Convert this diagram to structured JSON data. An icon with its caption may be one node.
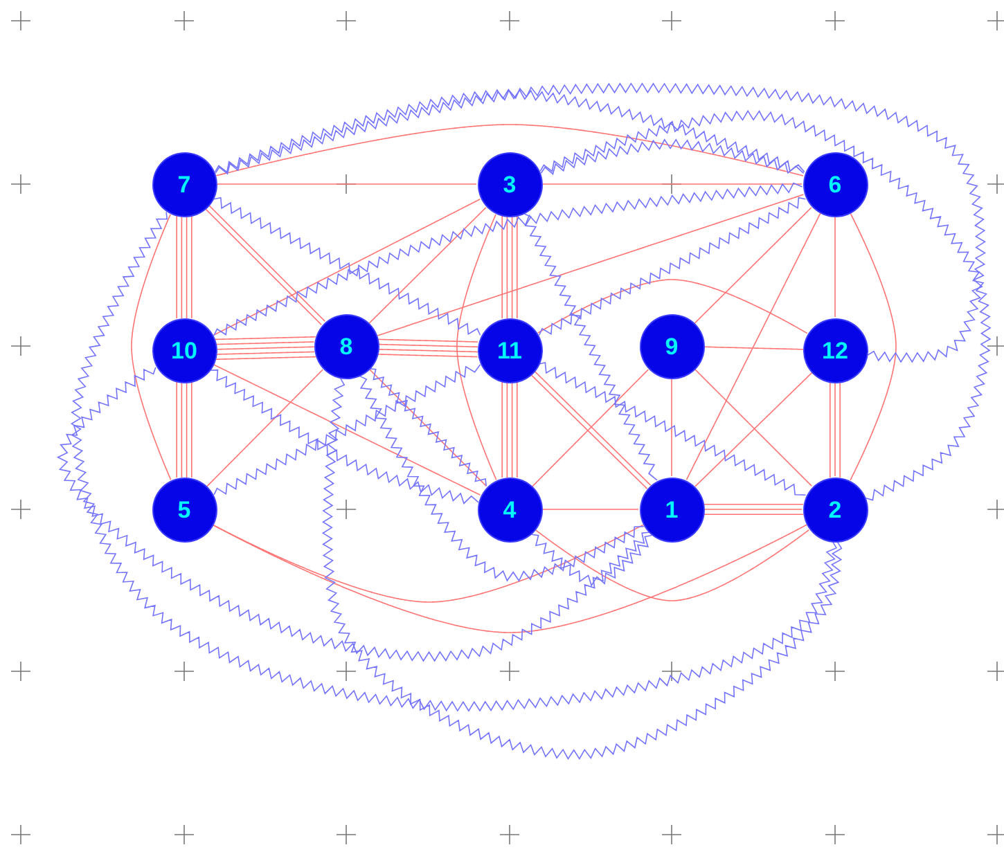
{
  "diagram": {
    "nodes": [
      {
        "text": [
          "7"
        ]
      },
      {
        "text": [
          "3"
        ]
      },
      {
        "text": [
          "6"
        ]
      },
      {
        "text": [
          "10"
        ]
      },
      {
        "text": [
          "8"
        ]
      },
      {
        "text": [
          "11"
        ]
      },
      {
        "text": [
          "9"
        ]
      },
      {
        "text": [
          "12"
        ]
      },
      {
        "text": [
          "5"
        ]
      },
      {
        "text": [
          "4"
        ]
      },
      {
        "text": [
          "1"
        ]
      },
      {
        "text": [
          "2"
        ]
      }
    ],
    "edges": [
      {
        "from": 0,
        "to": 1,
        "arrow": "none"
      },
      {
        "from": 1,
        "to": 2,
        "arrow": "none"
      },
      {
        "from": 0,
        "to": 2,
        "arrow": "none"
      },
      {
        "from": 0,
        "to": 3,
        "arrow": "none"
      },
      {
        "from": 0,
        "to": 3,
        "arrow": "none"
      },
      {
        "from": 0,
        "to": 3,
        "arrow": "none"
      },
      {
        "from": 0,
        "to": 3,
        "arrow": "none"
      },
      {
        "from": 0,
        "to": 4,
        "arrow": "none"
      },
      {
        "from": 0,
        "to": 4,
        "arrow": "none"
      },
      {
        "from": 0,
        "to": 8,
        "arrow": "none"
      },
      {
        "from": 1,
        "to": 5,
        "arrow": "none"
      },
      {
        "from": 1,
        "to": 5,
        "arrow": "none"
      },
      {
        "from": 1,
        "to": 5,
        "arrow": "none"
      },
      {
        "from": 1,
        "to": 5,
        "arrow": "none"
      },
      {
        "from": 1,
        "to": 3,
        "arrow": "none"
      },
      {
        "from": 1,
        "to": 4,
        "arrow": "none"
      },
      {
        "from": 1,
        "to": 9,
        "arrow": "none"
      },
      {
        "from": 2,
        "to": 4,
        "arrow": "none"
      },
      {
        "from": 2,
        "to": 6,
        "arrow": "none"
      },
      {
        "from": 2,
        "to": 10,
        "arrow": "none"
      },
      {
        "from": 2,
        "to": 7,
        "arrow": "none"
      },
      {
        "from": 2,
        "to": 11,
        "arrow": "none"
      },
      {
        "from": 3,
        "to": 4,
        "arrow": "none"
      },
      {
        "from": 3,
        "to": 4,
        "arrow": "none"
      },
      {
        "from": 3,
        "to": 4,
        "arrow": "none"
      },
      {
        "from": 3,
        "to": 4,
        "arrow": "none"
      },
      {
        "from": 3,
        "to": 4,
        "arrow": "none"
      },
      {
        "from": 3,
        "to": 8,
        "arrow": "none"
      },
      {
        "from": 3,
        "to": 8,
        "arrow": "none"
      },
      {
        "from": 3,
        "to": 8,
        "arrow": "none"
      },
      {
        "from": 3,
        "to": 8,
        "arrow": "none"
      },
      {
        "from": 3,
        "to": 9,
        "arrow": "none"
      },
      {
        "from": 4,
        "to": 5,
        "arrow": "none"
      },
      {
        "from": 4,
        "to": 5,
        "arrow": "none"
      },
      {
        "from": 4,
        "to": 5,
        "arrow": "none"
      },
      {
        "from": 4,
        "to": 5,
        "arrow": "none"
      },
      {
        "from": 4,
        "to": 8,
        "arrow": "none"
      },
      {
        "from": 4,
        "to": 9,
        "arrow": "none"
      },
      {
        "from": 5,
        "to": 9,
        "arrow": "none"
      },
      {
        "from": 5,
        "to": 9,
        "arrow": "none"
      },
      {
        "from": 5,
        "to": 9,
        "arrow": "none"
      },
      {
        "from": 5,
        "to": 9,
        "arrow": "none"
      },
      {
        "from": 5,
        "to": 10,
        "arrow": "none"
      },
      {
        "from": 5,
        "to": 10,
        "arrow": "none"
      },
      {
        "from": 5,
        "to": 7,
        "arrow": "none"
      },
      {
        "from": 6,
        "to": 7,
        "arrow": "none"
      },
      {
        "from": 6,
        "to": 9,
        "arrow": "none"
      },
      {
        "from": 6,
        "to": 10,
        "arrow": "none"
      },
      {
        "from": 6,
        "to": 11,
        "arrow": "none"
      },
      {
        "from": 7,
        "to": 11,
        "arrow": "none"
      },
      {
        "from": 7,
        "to": 11,
        "arrow": "none"
      },
      {
        "from": 7,
        "to": 11,
        "arrow": "none"
      },
      {
        "from": 7,
        "to": 10,
        "arrow": "none"
      },
      {
        "from": 9,
        "to": 10,
        "arrow": "none"
      },
      {
        "from": 9,
        "to": 11,
        "arrow": "none"
      },
      {
        "from": 10,
        "to": 11,
        "arrow": "none"
      },
      {
        "from": 10,
        "to": 11,
        "arrow": "none"
      },
      {
        "from": 10,
        "to": 11,
        "arrow": "none"
      },
      {
        "from": 8,
        "to": 10,
        "arrow": "none"
      },
      {
        "from": 8,
        "to": 11,
        "arrow": "none"
      },
      {
        "from": 0,
        "to": 2,
        "arrow": "none",
        "color": "#7373ff"
      },
      {
        "from": 1,
        "to": 2,
        "arrow": "none",
        "color": "#7373ff"
      },
      {
        "from": 0,
        "to": 5,
        "arrow": "none",
        "color": "#7373ff"
      },
      {
        "from": 1,
        "to": 10,
        "arrow": "none",
        "color": "#7373ff"
      },
      {
        "from": 3,
        "to": 2,
        "arrow": "none",
        "color": "#7373ff"
      },
      {
        "from": 5,
        "to": 2,
        "arrow": "none",
        "color": "#7373ff"
      },
      {
        "from": 3,
        "to": 9,
        "arrow": "none",
        "color": "#7373ff"
      },
      {
        "from": 4,
        "to": 9,
        "arrow": "none",
        "color": "#7373ff"
      },
      {
        "from": 8,
        "to": 5,
        "arrow": "none",
        "color": "#7373ff"
      },
      {
        "from": 4,
        "to": 10,
        "arrow": "none",
        "color": "#7373ff"
      },
      {
        "from": 5,
        "to": 11,
        "arrow": "none",
        "color": "#7373ff"
      },
      {
        "from": 9,
        "to": 10,
        "arrow": "none",
        "color": "#7373ff"
      },
      {
        "from": 4,
        "to": 11,
        "arrow": "none",
        "color": "#7373ff"
      },
      {
        "from": 0,
        "to": 11,
        "arrow": "none",
        "color": "#7373ff"
      },
      {
        "from": 3,
        "to": 10,
        "arrow": "none",
        "color": "#7373ff"
      },
      {
        "from": 0,
        "to": 7,
        "arrow": "none",
        "color": "#7373ff"
      },
      {
        "from": 1,
        "to": 11,
        "arrow": "none",
        "color": "#7373ff"
      }
    ]
  }
}
